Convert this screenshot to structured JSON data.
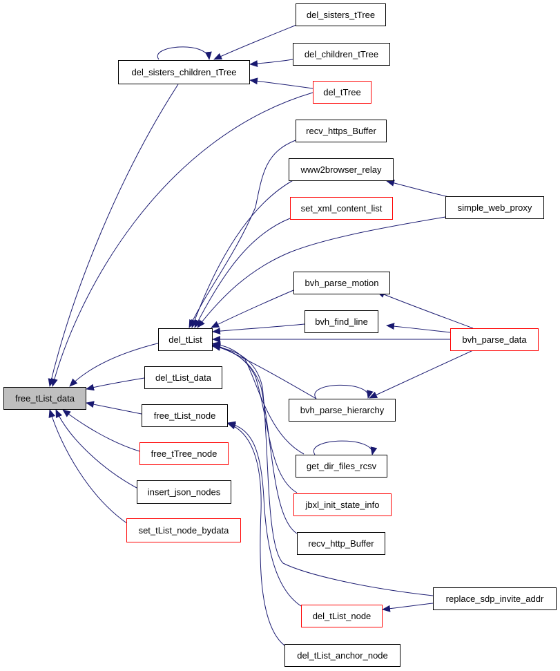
{
  "colors": {
    "edge": "#191970",
    "normal_border": "#000000",
    "truncated_border": "#ff0000",
    "root_fill": "#bfbfbf",
    "node_fill": "#ffffff"
  },
  "nodes": {
    "free_tList_data": {
      "label": "free_tList_data",
      "style": "root"
    },
    "del_sisters_children_tTree": {
      "label": "del_sisters_children_tTree",
      "style": "normal"
    },
    "del_sisters_tTree": {
      "label": "del_sisters_tTree",
      "style": "normal"
    },
    "del_children_tTree": {
      "label": "del_children_tTree",
      "style": "normal"
    },
    "del_tTree": {
      "label": "del_tTree",
      "style": "truncated"
    },
    "recv_https_Buffer": {
      "label": "recv_https_Buffer",
      "style": "normal"
    },
    "www2browser_relay": {
      "label": "www2browser_relay",
      "style": "normal"
    },
    "set_xml_content_list": {
      "label": "set_xml_content_list",
      "style": "truncated"
    },
    "simple_web_proxy": {
      "label": "simple_web_proxy",
      "style": "normal"
    },
    "bvh_parse_motion": {
      "label": "bvh_parse_motion",
      "style": "normal"
    },
    "bvh_find_line": {
      "label": "bvh_find_line",
      "style": "normal"
    },
    "bvh_parse_data": {
      "label": "bvh_parse_data",
      "style": "truncated"
    },
    "del_tList": {
      "label": "del_tList",
      "style": "normal"
    },
    "del_tList_data": {
      "label": "del_tList_data",
      "style": "normal"
    },
    "free_tList_node": {
      "label": "free_tList_node",
      "style": "normal"
    },
    "free_tTree_node": {
      "label": "free_tTree_node",
      "style": "truncated"
    },
    "insert_json_nodes": {
      "label": "insert_json_nodes",
      "style": "normal"
    },
    "set_tList_node_bydata": {
      "label": "set_tList_node_bydata",
      "style": "truncated"
    },
    "bvh_parse_hierarchy": {
      "label": "bvh_parse_hierarchy",
      "style": "normal"
    },
    "get_dir_files_rcsv": {
      "label": "get_dir_files_rcsv",
      "style": "normal"
    },
    "jbxl_init_state_info": {
      "label": "jbxl_init_state_info",
      "style": "truncated"
    },
    "recv_http_Buffer": {
      "label": "recv_http_Buffer",
      "style": "normal"
    },
    "replace_sdp_invite_addr": {
      "label": "replace_sdp_invite_addr",
      "style": "normal"
    },
    "del_tList_node": {
      "label": "del_tList_node",
      "style": "truncated"
    },
    "del_tList_anchor_node": {
      "label": "del_tList_anchor_node",
      "style": "normal"
    }
  }
}
